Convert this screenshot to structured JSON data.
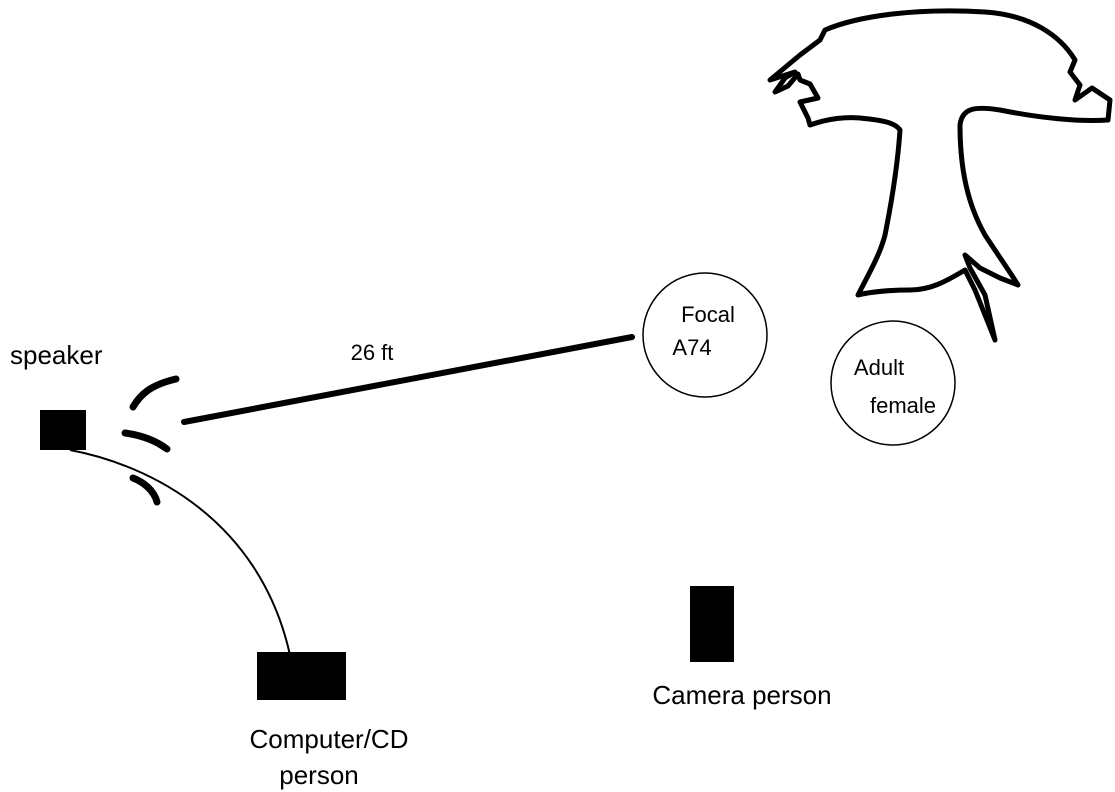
{
  "labels": {
    "speaker": "speaker",
    "distance": "26 ft",
    "focal_line1": "Focal",
    "focal_line2": "A74",
    "adult_line1": "Adult",
    "adult_line2": "female",
    "camera": "Camera person",
    "computer_line1": "Computer/CD",
    "computer_line2": "person"
  },
  "colors": {
    "ink": "#000000",
    "background": "#ffffff"
  },
  "icons": {
    "speaker": "speaker-icon",
    "tree": "tree-icon",
    "camera_person": "camera-person-icon",
    "computer_person": "computer-person-icon"
  }
}
